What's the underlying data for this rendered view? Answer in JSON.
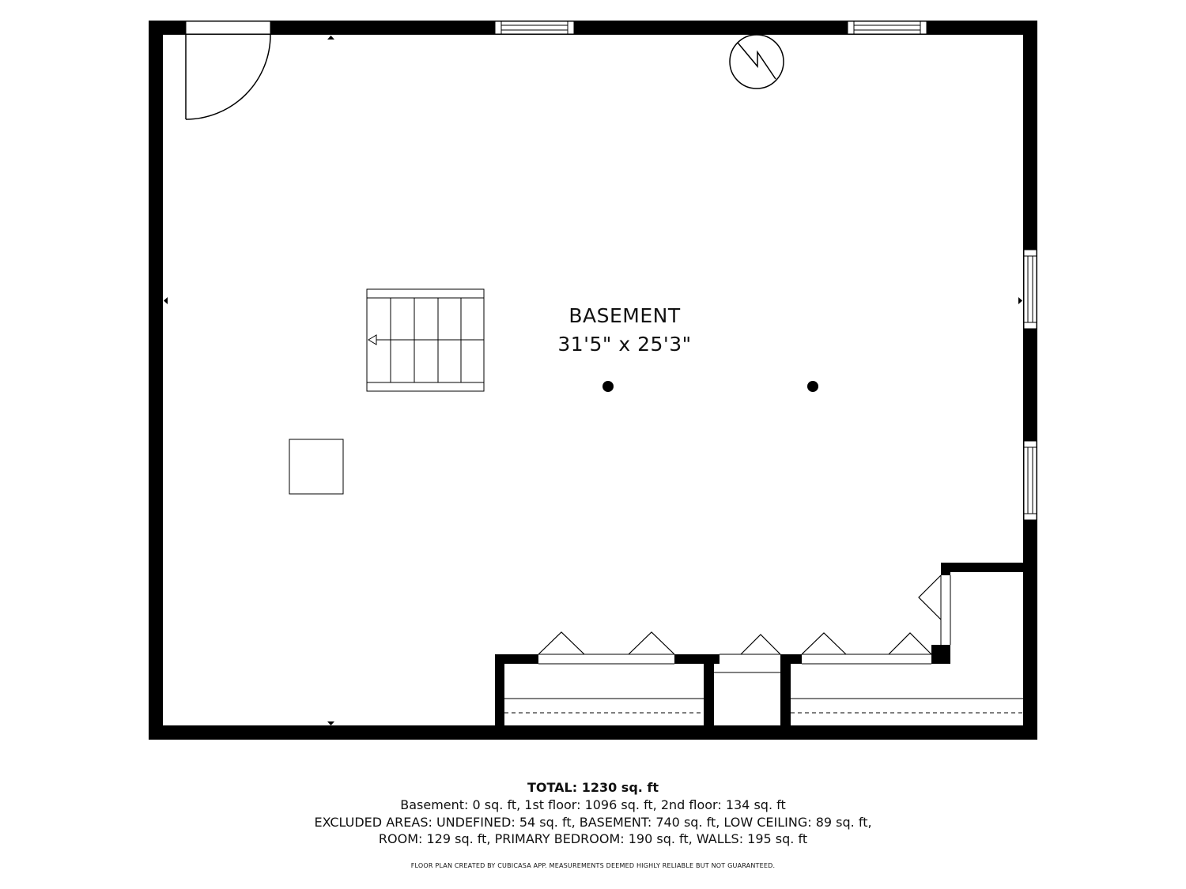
{
  "room": {
    "name": "BASEMENT",
    "dimensions": "31'5\" x 25'3\""
  },
  "summary": {
    "total": "TOTAL: 1230 sq. ft",
    "line1": "Basement: 0 sq. ft, 1st floor: 1096 sq. ft, 2nd floor: 134 sq. ft",
    "line2": "EXCLUDED AREAS: UNDEFINED: 54 sq. ft, BASEMENT: 740 sq. ft, LOW CEILING: 89 sq. ft,",
    "line3": "ROOM: 129 sq. ft, PRIMARY BEDROOM: 190 sq. ft, WALLS: 195 sq. ft",
    "disclaimer": "FLOOR PLAN CREATED BY CUBICASA APP. MEASUREMENTS DEEMED HIGHLY RELIABLE BUT NOT GUARANTEED."
  },
  "colors": {
    "wall": "#000000",
    "background": "#ffffff"
  },
  "icons": [
    "door-swing-icon",
    "window-icon",
    "water-heater-icon",
    "stairs-icon",
    "column-icon",
    "bifold-door-icon"
  ]
}
